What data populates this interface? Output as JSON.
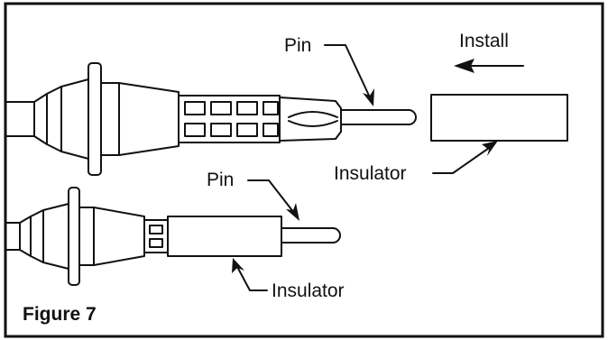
{
  "figure": {
    "caption": "Figure 7",
    "top_assembly": {
      "pin_label": "Pin",
      "install_label": "Install",
      "insulator_label": "Insulator"
    },
    "bottom_assembly": {
      "pin_label": "Pin",
      "insulator_label": "Insulator"
    },
    "colors": {
      "line": "#111111",
      "background": "#ffffff"
    }
  }
}
